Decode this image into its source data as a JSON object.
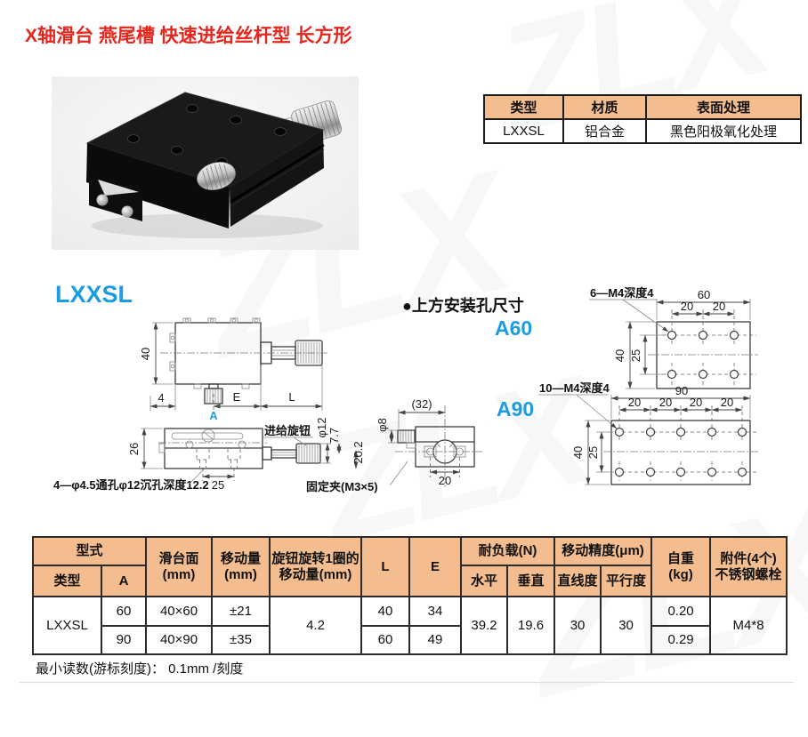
{
  "page": {
    "title": "X轴滑台 燕尾槽 快速进给丝杆型 长方形",
    "watermark": "ZLX"
  },
  "colors": {
    "title_red": "#e6251c",
    "accent_blue": "#1b9de4",
    "table_header_bg": "#f4bd8f"
  },
  "info_table": {
    "headers": [
      "类型",
      "材质",
      "表面处理"
    ],
    "row": [
      "LXXSL",
      "铝合金",
      "黑色阳极氧化处理"
    ]
  },
  "drawing": {
    "model": "LXXSL",
    "section_bullet": "●",
    "section_title": "上方安装孔尺寸",
    "a60": "A60",
    "a90": "A90",
    "plan": {
      "h": "40",
      "e": "E",
      "l": "L",
      "off": "4",
      "a": "A"
    },
    "front": {
      "h": "26",
      "w": "25",
      "note": "4—φ4.5通孔φ12沉孔深度12.2",
      "knob": "进给旋钮",
      "d12": "φ12",
      "d77": "7.7",
      "d202": "20.2",
      "clamp": "固定夹(M3×5)"
    },
    "end": {
      "d8": "φ8",
      "w32": "(32)",
      "w20": "20"
    },
    "a60_dims": {
      "note": "6—M4深度4",
      "w": "60",
      "s1": "20",
      "s2": "20",
      "h": "40",
      "r": "25"
    },
    "a90_dims": {
      "note": "10—M4深度4",
      "w": "90",
      "s1": "20",
      "s2": "20",
      "s3": "20",
      "s4": "20",
      "h": "40",
      "r": "25"
    }
  },
  "spec_table": {
    "headers": {
      "model_group": "型式",
      "type": "类型",
      "a": "A",
      "surface1": "滑台面",
      "surface2": "(mm)",
      "travel1": "移动量",
      "travel2": "(mm)",
      "knob1": "旋钮旋转1圈的",
      "knob2": "移动量(mm)",
      "l": "L",
      "e": "E",
      "load": "耐负载(N)",
      "horizontal": "水平",
      "vertical": "垂直",
      "precision": "移动精度(μm)",
      "straightness": "直线度",
      "parallelism": "平行度",
      "weight1": "自重",
      "weight2": "(kg)",
      "accessory1": "附件(4个)",
      "accessory2": "不锈钢螺栓"
    },
    "model": "LXXSL",
    "rows": [
      {
        "a": "60",
        "surface": "40×60",
        "travel": "±21",
        "l": "40",
        "e": "34",
        "weight": "0.20"
      },
      {
        "a": "90",
        "surface": "40×90",
        "travel": "±35",
        "l": "60",
        "e": "49",
        "weight": "0.29"
      }
    ],
    "shared": {
      "knob_travel": "4.2",
      "load_h": "39.2",
      "load_v": "19.6",
      "straightness": "30",
      "parallelism": "30",
      "accessory": "M4*8"
    },
    "note": "最小读数(游标刻度)：  0.1mm /刻度"
  }
}
